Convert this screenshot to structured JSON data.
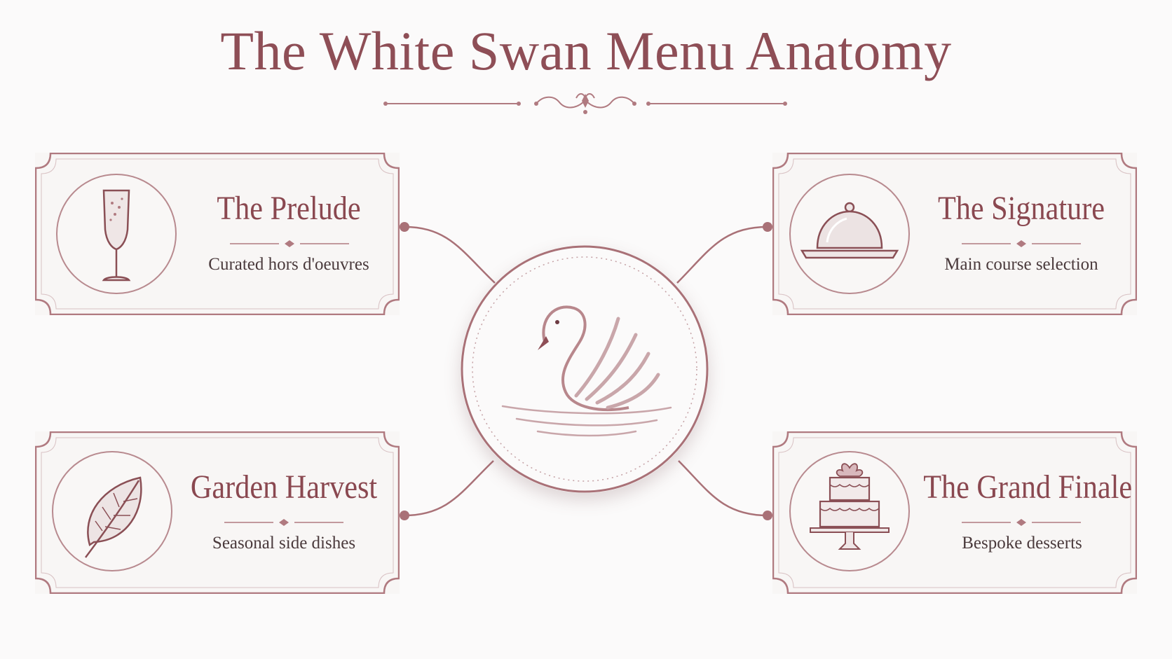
{
  "title": "The White Swan Menu Anatomy",
  "center": {
    "icon": "swan-icon"
  },
  "cards": [
    {
      "title": "The Prelude",
      "subtitle": "Curated hors d'oeuvres",
      "icon": "champagne-flute-icon"
    },
    {
      "title": "The Signature",
      "subtitle": "Main course selection",
      "icon": "cloche-icon"
    },
    {
      "title": "Garden Harvest",
      "subtitle": "Seasonal side dishes",
      "icon": "leaf-icon"
    },
    {
      "title": "The Grand Finale",
      "subtitle": "Bespoke desserts",
      "icon": "cake-icon"
    }
  ],
  "colors": {
    "accent": "#8e4e56",
    "line": "#b07a80",
    "background": "#fbfafa",
    "card": "#f8f6f5",
    "text": "#4a3a3c"
  }
}
